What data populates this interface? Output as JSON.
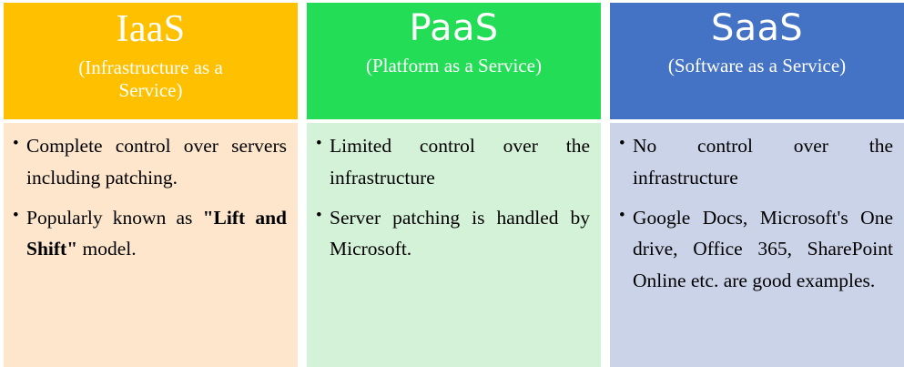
{
  "diagram": {
    "type": "three-column-comparison",
    "columns": [
      {
        "id": "iaas",
        "title": "IaaS",
        "subtitle": "(Infrastructure as a Service)",
        "header_color": "#FFC000",
        "body_color": "#FDE6CC",
        "title_color": "#FFFFFF",
        "bullets": [
          {
            "pre": "Complete control over servers including patching.",
            "bold": "",
            "post": ""
          },
          {
            "pre": "Popularly known as ",
            "bold": "\"Lift and Shift\"",
            "post": " model."
          }
        ]
      },
      {
        "id": "paas",
        "title": "PaaS",
        "subtitle": "(Platform as a Service)",
        "header_color": "#22DD55",
        "body_color": "#D4F2D8",
        "title_color": "#FFFFFF",
        "bullets": [
          {
            "pre": "Limited control over the infrastructure",
            "bold": "",
            "post": ""
          },
          {
            "pre": "Server patching is handled by Microsoft.",
            "bold": "",
            "post": ""
          }
        ]
      },
      {
        "id": "saas",
        "title": "SaaS",
        "subtitle": "(Software as a Service)",
        "header_color": "#4472C4",
        "body_color": "#CBD3E8",
        "title_color": "#FFFFFF",
        "bullets": [
          {
            "pre": "No control over the infrastructure",
            "bold": "",
            "post": ""
          },
          {
            "pre": "Google Docs, Microsoft's One drive, Office 365, SharePoint Online etc. are good examples.",
            "bold": "",
            "post": ""
          }
        ]
      }
    ]
  }
}
